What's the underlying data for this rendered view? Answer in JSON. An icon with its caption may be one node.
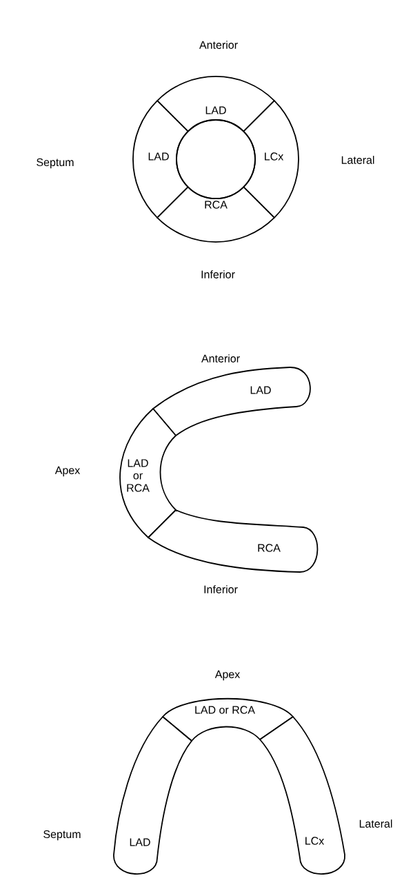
{
  "diagram": {
    "nodes": [
      {
        "text": [
          "LAD"
        ]
      },
      {
        "text": [
          "LAD"
        ]
      },
      {
        "text": [
          "LCx"
        ]
      },
      {
        "text": [
          "RCA"
        ]
      },
      {
        "text": [
          "LAD"
        ]
      },
      {
        "text": [
          "LAD or RCA"
        ]
      },
      {
        "text": [
          "RCA"
        ]
      },
      {
        "text": [
          "LAD or RCA"
        ]
      },
      {
        "text": [
          "LAD"
        ]
      },
      {
        "text": [
          "LCx"
        ]
      },
      {
        "text": [],
        "shape": "circle"
      }
    ],
    "labels": [
      "Anterior",
      "Septum",
      "Lateral",
      "Inferior",
      "Anterior",
      "Apex",
      "Inferior",
      "Apex",
      "Septum",
      "Lateral"
    ]
  }
}
